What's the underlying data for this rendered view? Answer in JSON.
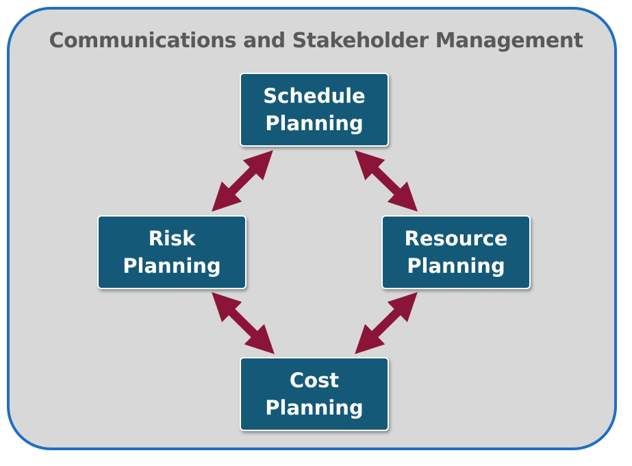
{
  "diagram": {
    "title": "Communications and Stakeholder Management",
    "nodes": [
      {
        "id": "schedule",
        "line1": "Schedule",
        "line2": "Planning"
      },
      {
        "id": "risk",
        "line1": "Risk",
        "line2": "Planning"
      },
      {
        "id": "resource",
        "line1": "Resource",
        "line2": "Planning"
      },
      {
        "id": "cost",
        "line1": "Cost",
        "line2": "Planning"
      }
    ],
    "edges": [
      {
        "from": "schedule",
        "to": "risk",
        "bidirectional": true
      },
      {
        "from": "schedule",
        "to": "resource",
        "bidirectional": true
      },
      {
        "from": "risk",
        "to": "cost",
        "bidirectional": true
      },
      {
        "from": "resource",
        "to": "cost",
        "bidirectional": true
      }
    ],
    "colors": {
      "frame_border": "#1f6fbf",
      "frame_fill": "#d8d8d8",
      "node_fill": "#145a78",
      "arrow": "#8b1538",
      "title_text": "#595959"
    }
  }
}
